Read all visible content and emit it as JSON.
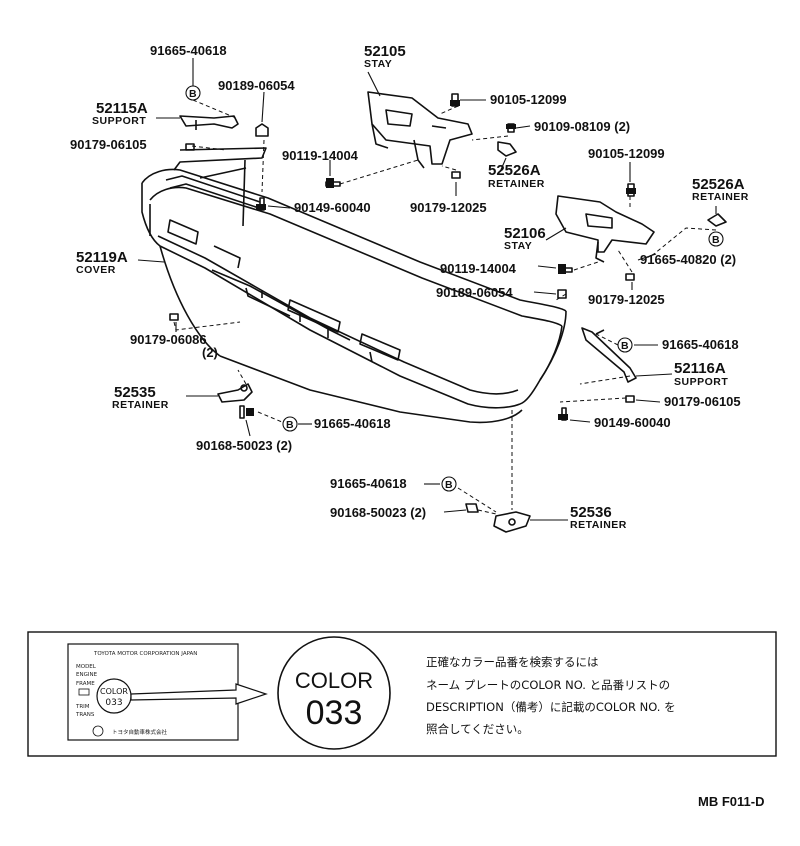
{
  "parts": {
    "p_91665_40618_top": "91665-40618",
    "p_90189_06054_top": "90189-06054",
    "p_52115A": "52115A",
    "p_52115A_name": "SUPPORT",
    "p_90179_06105_left": "90179-06105",
    "p_52105": "52105",
    "p_52105_name": "STAY",
    "p_90105_12099_a": "90105-12099",
    "p_90109_08109": "90109-08109 (2)",
    "p_90119_14004_a": "90119-14004",
    "p_52526A_a": "52526A",
    "p_52526A_a_name": "RETAINER",
    "p_90149_60040_a": "90149-60040",
    "p_90179_12025_a": "90179-12025",
    "p_90105_12099_b": "90105-12099",
    "p_52526A_b": "52526A",
    "p_52526A_b_name": "RETAINER",
    "p_52119A": "52119A",
    "p_52119A_name": "COVER",
    "p_52106": "52106",
    "p_52106_name": "STAY",
    "p_91665_40820": "91665-40820 (2)",
    "p_90119_14004_b": "90119-14004",
    "p_90189_06054_b": "90189-06054",
    "p_90179_12025_b": "90179-12025",
    "p_91665_40618_right": "91665-40618",
    "p_90179_06086": "90179-06086",
    "p_90179_06086_qty": "(2)",
    "p_52116A": "52116A",
    "p_52116A_name": "SUPPORT",
    "p_52535": "52535",
    "p_52535_name": "RETAINER",
    "p_90179_06105_right": "90179-06105",
    "p_91665_40618_mid": "91665-40618",
    "p_90149_60040_b": "90149-60040",
    "p_90168_50023_a": "90168-50023 (2)",
    "p_91665_40618_low": "91665-40618",
    "p_90168_50023_b": "90168-50023 (2)",
    "p_52536": "52536",
    "p_52536_name": "RETAINER",
    "bolt_marker": "B"
  },
  "color_note": {
    "plate_company": "TOYOTA MOTOR CORPORATION  JAPAN",
    "plate_rows": [
      "MODEL",
      "ENGINE",
      "FRAME",
      "",
      "TRIM",
      "TRANS"
    ],
    "plate_color": "COLOR",
    "plate_code": "033",
    "plate_footer": "トヨタ自動車株式会社",
    "color_label": "COLOR",
    "color_code": "033",
    "text_lines": [
      "正確なカラー品番を検索するには",
      "ネーム プレートのCOLOR NO. と品番リストの",
      "DESCRIPTION（備考）に記載のCOLOR NO. を",
      "照合してください。"
    ]
  },
  "footer_code": "MB  F011-D"
}
